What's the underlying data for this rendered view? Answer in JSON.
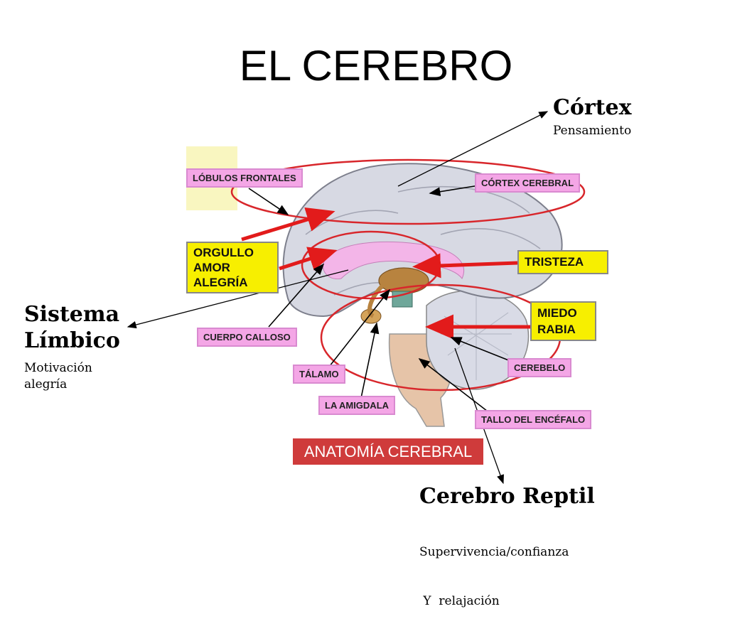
{
  "title": "EL CEREBRO",
  "cortex": {
    "heading": "Córtex",
    "sub": "Pensamiento"
  },
  "limbic": {
    "heading_line1": "Sistema",
    "heading_line2": "Límbico",
    "sub_line1": "Motivación",
    "sub_line2": "alegría"
  },
  "reptile": {
    "heading": "Cerebro Reptil",
    "sub_line1": "Supervivencia/confianza",
    "sub_line2": " Y  relajación"
  },
  "tags": {
    "lobulos": "LÓBULOS FRONTALES",
    "cortex_cerebral": "CÓRTEX CEREBRAL",
    "tristeza": "TRISTEZA",
    "miedo": "MIEDO",
    "rabia": "RABIA",
    "orgullo": "ORGULLO",
    "amor": "AMOR",
    "alegria": "ALEGRÍA",
    "cuerpo_calloso": "CUERPO CALLOSO",
    "cerebelo": "CEREBELO",
    "talamo": "TÁLAMO",
    "amigdala": "LA AMIGDALA",
    "tallo": "TALLO DEL ENCÉFALO",
    "anatomia": "ANATOMÍA CEREBRAL"
  },
  "colors": {
    "arrow_red": "#e21b1b",
    "tag_pink": "#f4a6e6",
    "tag_yellow": "#f7ef00",
    "ellipse_red": "#d8262b"
  }
}
